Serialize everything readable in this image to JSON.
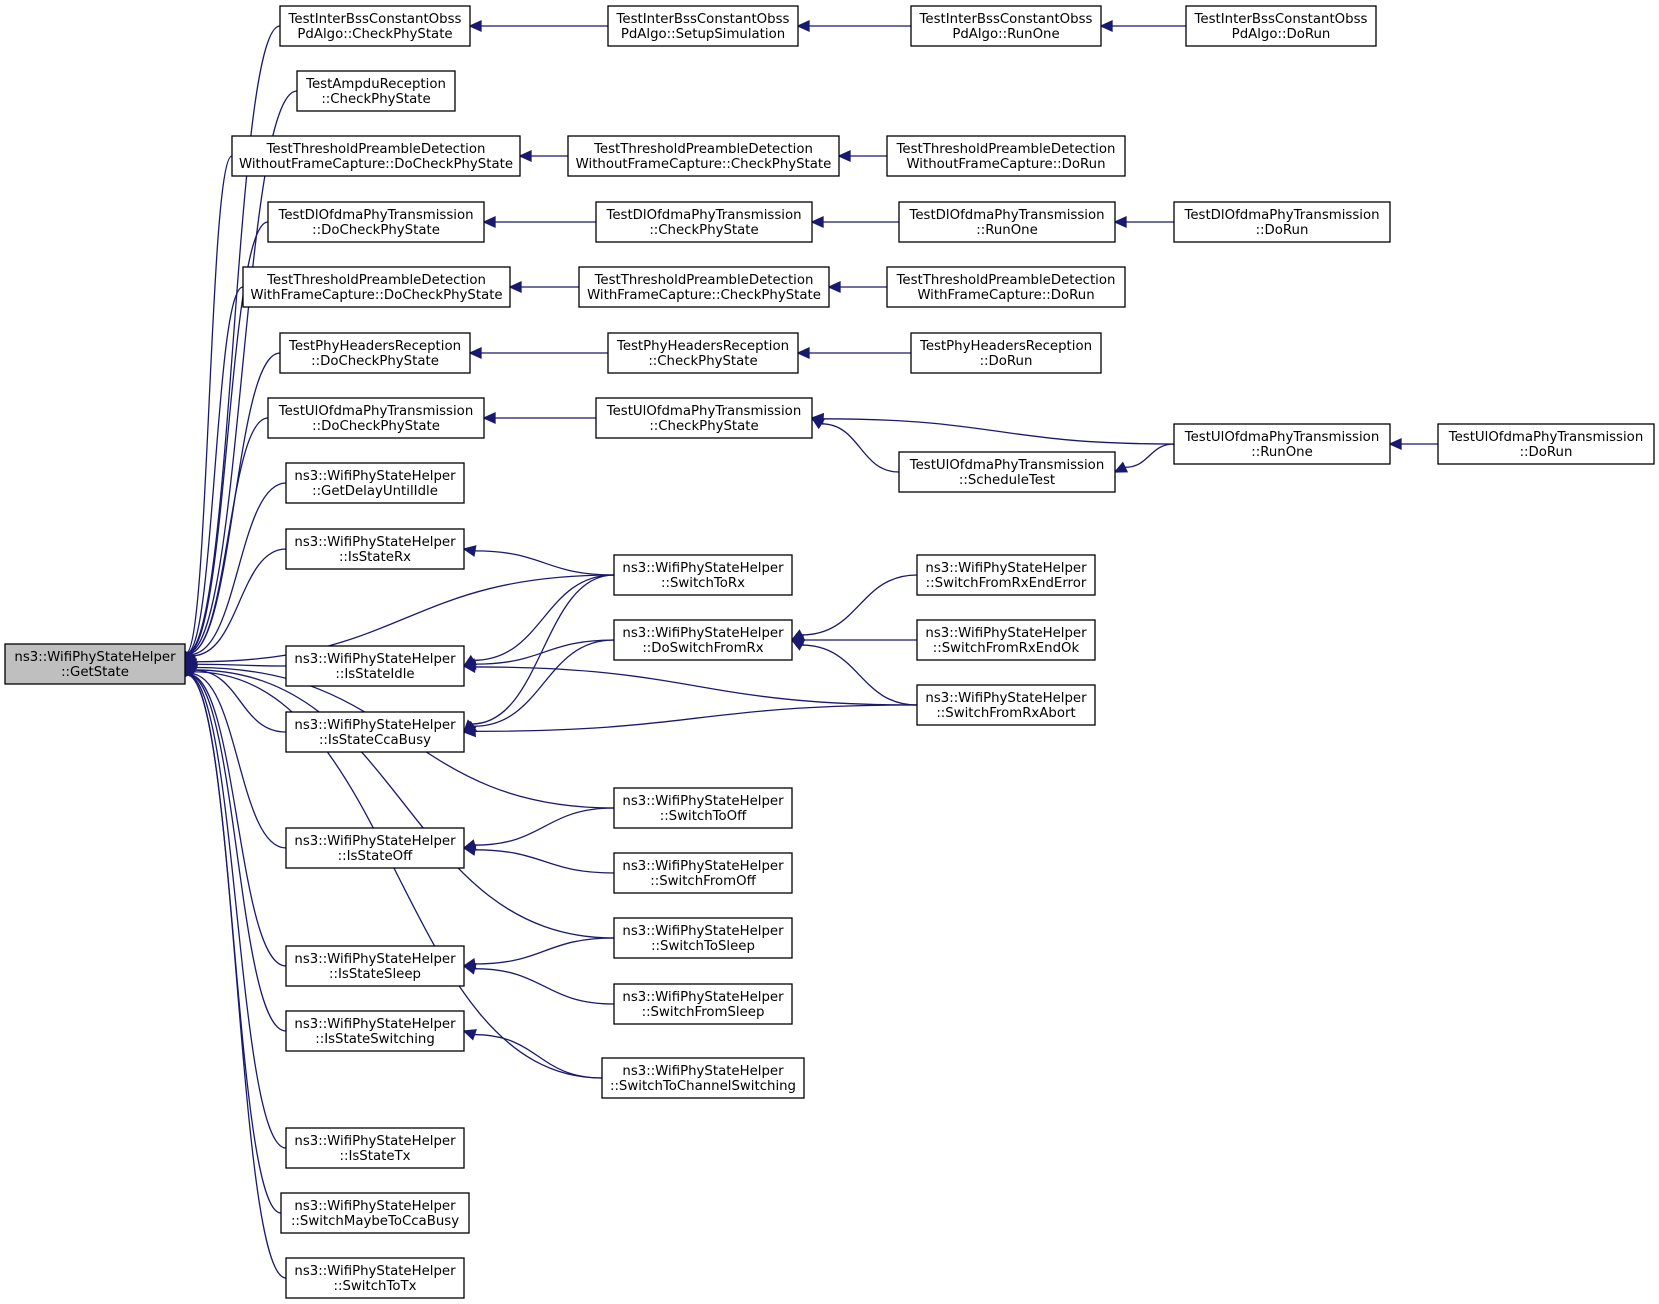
{
  "graph": {
    "edge_color": "#191970",
    "root_fill": "#bfbfbf",
    "nodes": [
      {
        "id": "n0",
        "lines": [
          "ns3::WifiPhyStateHelper",
          "::GetState"
        ],
        "root": true
      },
      {
        "id": "n1",
        "lines": [
          "TestInterBssConstantObss",
          "PdAlgo::CheckPhyState"
        ]
      },
      {
        "id": "n2",
        "lines": [
          "TestInterBssConstantObss",
          "PdAlgo::SetupSimulation"
        ]
      },
      {
        "id": "n3",
        "lines": [
          "TestInterBssConstantObss",
          "PdAlgo::RunOne"
        ]
      },
      {
        "id": "n4",
        "lines": [
          "TestInterBssConstantObss",
          "PdAlgo::DoRun"
        ]
      },
      {
        "id": "n5",
        "lines": [
          "TestAmpduReception",
          "::CheckPhyState"
        ]
      },
      {
        "id": "n6",
        "lines": [
          "TestThresholdPreambleDetection",
          "WithoutFrameCapture::DoCheckPhyState"
        ]
      },
      {
        "id": "n7",
        "lines": [
          "TestThresholdPreambleDetection",
          "WithoutFrameCapture::CheckPhyState"
        ]
      },
      {
        "id": "n8",
        "lines": [
          "TestThresholdPreambleDetection",
          "WithoutFrameCapture::DoRun"
        ]
      },
      {
        "id": "n9",
        "lines": [
          "TestDlOfdmaPhyTransmission",
          "::DoCheckPhyState"
        ]
      },
      {
        "id": "n10",
        "lines": [
          "TestDlOfdmaPhyTransmission",
          "::CheckPhyState"
        ]
      },
      {
        "id": "n11",
        "lines": [
          "TestDlOfdmaPhyTransmission",
          "::RunOne"
        ]
      },
      {
        "id": "n12",
        "lines": [
          "TestDlOfdmaPhyTransmission",
          "::DoRun"
        ]
      },
      {
        "id": "n13",
        "lines": [
          "TestThresholdPreambleDetection",
          "WithFrameCapture::DoCheckPhyState"
        ]
      },
      {
        "id": "n14",
        "lines": [
          "TestThresholdPreambleDetection",
          "WithFrameCapture::CheckPhyState"
        ]
      },
      {
        "id": "n15",
        "lines": [
          "TestThresholdPreambleDetection",
          "WithFrameCapture::DoRun"
        ]
      },
      {
        "id": "n16",
        "lines": [
          "TestPhyHeadersReception",
          "::DoCheckPhyState"
        ]
      },
      {
        "id": "n17",
        "lines": [
          "TestPhyHeadersReception",
          "::CheckPhyState"
        ]
      },
      {
        "id": "n18",
        "lines": [
          "TestPhyHeadersReception",
          "::DoRun"
        ]
      },
      {
        "id": "n19",
        "lines": [
          "TestUlOfdmaPhyTransmission",
          "::DoCheckPhyState"
        ]
      },
      {
        "id": "n20",
        "lines": [
          "TestUlOfdmaPhyTransmission",
          "::CheckPhyState"
        ]
      },
      {
        "id": "n21",
        "lines": [
          "TestUlOfdmaPhyTransmission",
          "::RunOne"
        ]
      },
      {
        "id": "n22",
        "lines": [
          "TestUlOfdmaPhyTransmission",
          "::DoRun"
        ]
      },
      {
        "id": "n23",
        "lines": [
          "TestUlOfdmaPhyTransmission",
          "::ScheduleTest"
        ]
      },
      {
        "id": "n24",
        "lines": [
          "ns3::WifiPhyStateHelper",
          "::GetDelayUntilIdle"
        ]
      },
      {
        "id": "n25",
        "lines": [
          "ns3::WifiPhyStateHelper",
          "::IsStateRx"
        ]
      },
      {
        "id": "n26",
        "lines": [
          "ns3::WifiPhyStateHelper",
          "::SwitchToRx"
        ]
      },
      {
        "id": "n27",
        "lines": [
          "ns3::WifiPhyStateHelper",
          "::SwitchFromRxEndError"
        ]
      },
      {
        "id": "n28",
        "lines": [
          "ns3::WifiPhyStateHelper",
          "::IsStateIdle"
        ]
      },
      {
        "id": "n29",
        "lines": [
          "ns3::WifiPhyStateHelper",
          "::DoSwitchFromRx"
        ]
      },
      {
        "id": "n30",
        "lines": [
          "ns3::WifiPhyStateHelper",
          "::SwitchFromRxEndOk"
        ]
      },
      {
        "id": "n31",
        "lines": [
          "ns3::WifiPhyStateHelper",
          "::SwitchFromRxAbort"
        ]
      },
      {
        "id": "n32",
        "lines": [
          "ns3::WifiPhyStateHelper",
          "::IsStateCcaBusy"
        ]
      },
      {
        "id": "n33",
        "lines": [
          "ns3::WifiPhyStateHelper",
          "::SwitchToOff"
        ]
      },
      {
        "id": "n34",
        "lines": [
          "ns3::WifiPhyStateHelper",
          "::IsStateOff"
        ]
      },
      {
        "id": "n35",
        "lines": [
          "ns3::WifiPhyStateHelper",
          "::SwitchFromOff"
        ]
      },
      {
        "id": "n36",
        "lines": [
          "ns3::WifiPhyStateHelper",
          "::SwitchToSleep"
        ]
      },
      {
        "id": "n37",
        "lines": [
          "ns3::WifiPhyStateHelper",
          "::IsStateSleep"
        ]
      },
      {
        "id": "n38",
        "lines": [
          "ns3::WifiPhyStateHelper",
          "::SwitchFromSleep"
        ]
      },
      {
        "id": "n39",
        "lines": [
          "ns3::WifiPhyStateHelper",
          "::IsStateSwitching"
        ]
      },
      {
        "id": "n40",
        "lines": [
          "ns3::WifiPhyStateHelper",
          "::SwitchToChannelSwitching"
        ]
      },
      {
        "id": "n41",
        "lines": [
          "ns3::WifiPhyStateHelper",
          "::IsStateTx"
        ]
      },
      {
        "id": "n42",
        "lines": [
          "ns3::WifiPhyStateHelper",
          "::SwitchMaybeToCcaBusy"
        ]
      },
      {
        "id": "n43",
        "lines": [
          "ns3::WifiPhyStateHelper",
          "::SwitchToTx"
        ]
      }
    ],
    "edges": [
      {
        "from": "n1",
        "to": "n0"
      },
      {
        "from": "n5",
        "to": "n0"
      },
      {
        "from": "n6",
        "to": "n0"
      },
      {
        "from": "n9",
        "to": "n0"
      },
      {
        "from": "n13",
        "to": "n0"
      },
      {
        "from": "n16",
        "to": "n0"
      },
      {
        "from": "n19",
        "to": "n0"
      },
      {
        "from": "n24",
        "to": "n0"
      },
      {
        "from": "n25",
        "to": "n0"
      },
      {
        "from": "n26",
        "to": "n0"
      },
      {
        "from": "n28",
        "to": "n0"
      },
      {
        "from": "n32",
        "to": "n0"
      },
      {
        "from": "n33",
        "to": "n0"
      },
      {
        "from": "n34",
        "to": "n0"
      },
      {
        "from": "n36",
        "to": "n0"
      },
      {
        "from": "n37",
        "to": "n0"
      },
      {
        "from": "n39",
        "to": "n0"
      },
      {
        "from": "n40",
        "to": "n0"
      },
      {
        "from": "n41",
        "to": "n0"
      },
      {
        "from": "n42",
        "to": "n0"
      },
      {
        "from": "n43",
        "to": "n0"
      },
      {
        "from": "n2",
        "to": "n1"
      },
      {
        "from": "n3",
        "to": "n2"
      },
      {
        "from": "n4",
        "to": "n3"
      },
      {
        "from": "n7",
        "to": "n6"
      },
      {
        "from": "n8",
        "to": "n7"
      },
      {
        "from": "n10",
        "to": "n9"
      },
      {
        "from": "n11",
        "to": "n10"
      },
      {
        "from": "n12",
        "to": "n11"
      },
      {
        "from": "n14",
        "to": "n13"
      },
      {
        "from": "n15",
        "to": "n14"
      },
      {
        "from": "n17",
        "to": "n16"
      },
      {
        "from": "n18",
        "to": "n17"
      },
      {
        "from": "n20",
        "to": "n19"
      },
      {
        "from": "n21",
        "to": "n20"
      },
      {
        "from": "n23",
        "to": "n20"
      },
      {
        "from": "n21",
        "to": "n23"
      },
      {
        "from": "n22",
        "to": "n21"
      },
      {
        "from": "n26",
        "to": "n25"
      },
      {
        "from": "n26",
        "to": "n28"
      },
      {
        "from": "n29",
        "to": "n28"
      },
      {
        "from": "n31",
        "to": "n28"
      },
      {
        "from": "n26",
        "to": "n32"
      },
      {
        "from": "n29",
        "to": "n32"
      },
      {
        "from": "n31",
        "to": "n32"
      },
      {
        "from": "n27",
        "to": "n29"
      },
      {
        "from": "n30",
        "to": "n29"
      },
      {
        "from": "n31",
        "to": "n29"
      },
      {
        "from": "n33",
        "to": "n34"
      },
      {
        "from": "n35",
        "to": "n34"
      },
      {
        "from": "n36",
        "to": "n37"
      },
      {
        "from": "n38",
        "to": "n37"
      },
      {
        "from": "n40",
        "to": "n39"
      }
    ]
  }
}
